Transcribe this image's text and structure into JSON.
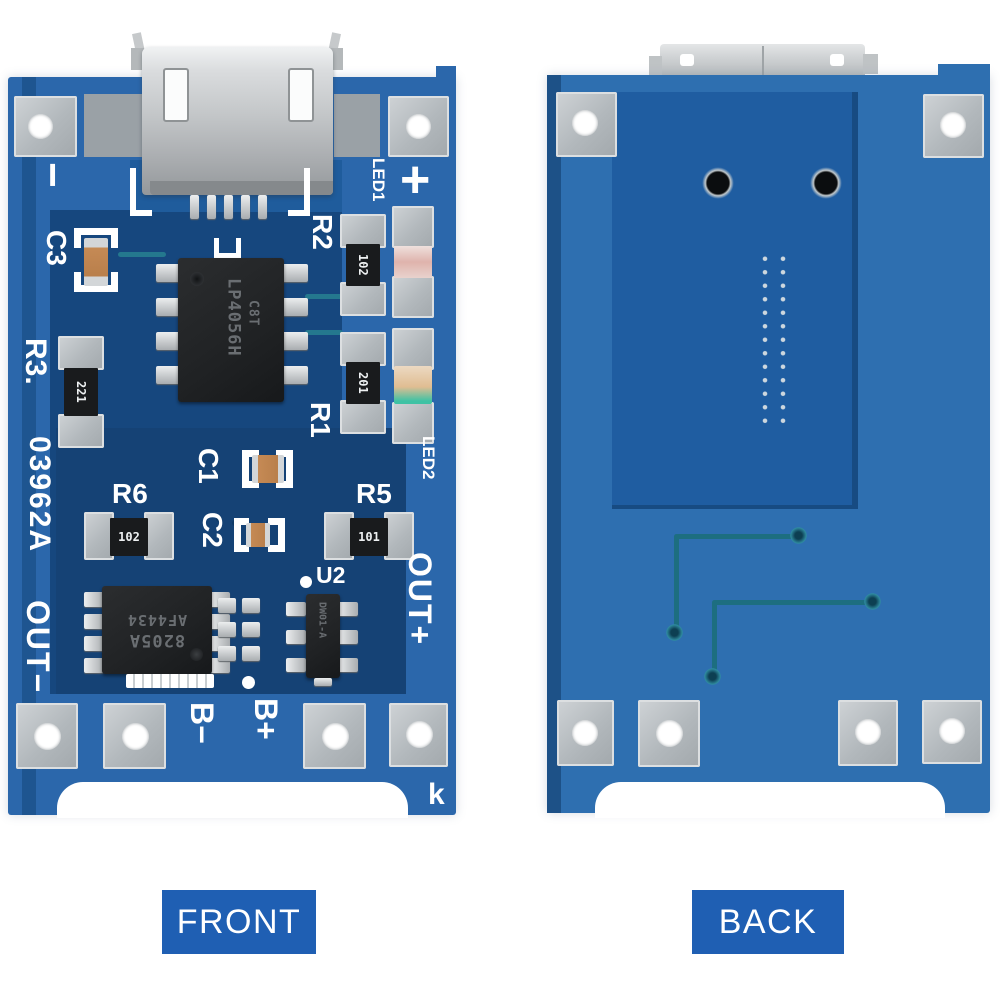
{
  "front": {
    "caption": "FRONT",
    "silk": {
      "minus": "−",
      "plus": "+",
      "led1": "LED1",
      "led2": "LED2",
      "r1": "R1",
      "r2": "R2",
      "r3": "R3.",
      "r5": "R5",
      "r6": "R6",
      "c1": "C1",
      "c2": "C2",
      "c3": "C3",
      "u2": "U2",
      "board_id": "03962A",
      "out_minus": "OUT−",
      "out_plus": "OUT+",
      "b_minus": "B−",
      "b_plus": "B+",
      "k": "k"
    },
    "ic_main": {
      "line1": "LP4056H",
      "line2": "C8T"
    },
    "ic_mosfet": {
      "line1": "8205A",
      "line2": "AF4434"
    },
    "ic_protect": "DW01-A",
    "r2_value": "102",
    "r1_value": "201",
    "r3_value": "221",
    "r6_value": "102",
    "r5_value": "101"
  },
  "back": {
    "caption": "BACK"
  },
  "colors": {
    "board_blue": "#2b67ab",
    "board_dark": "#16477e",
    "caption_blue": "#1f5fb3",
    "silkscreen": "#ffffff",
    "trace_teal": "#24788e"
  }
}
